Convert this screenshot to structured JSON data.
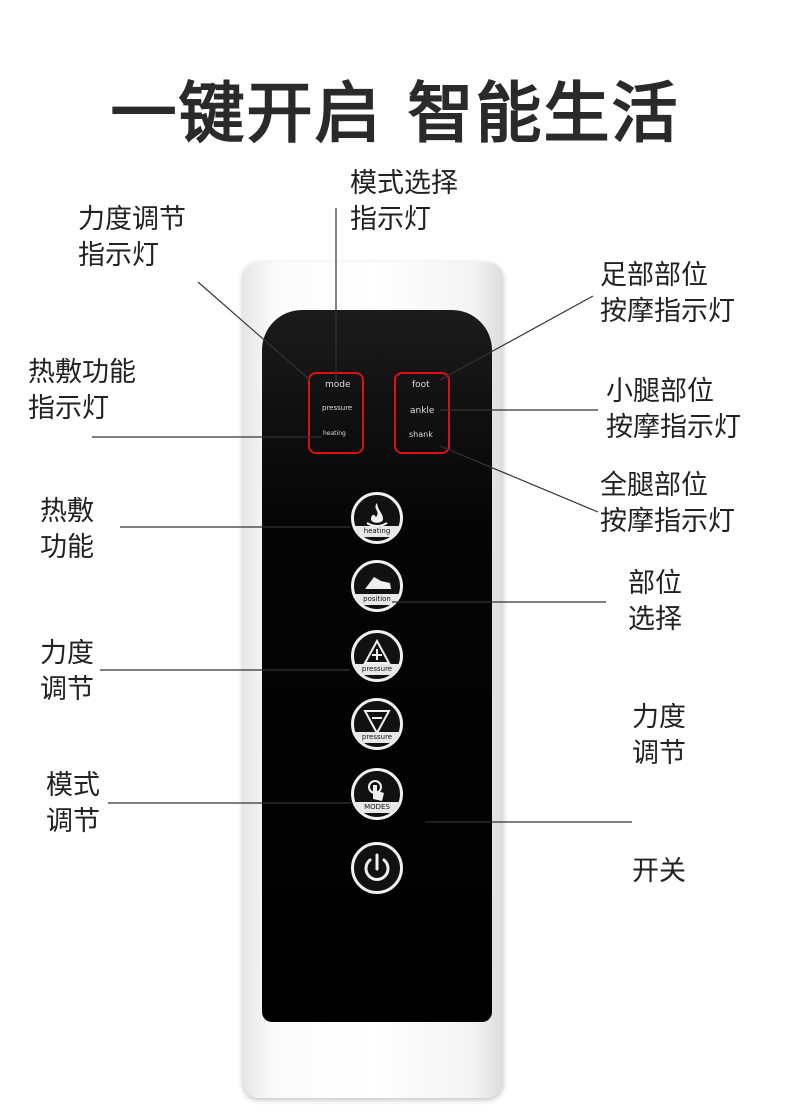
{
  "title": "一键开启 智能生活",
  "labels": {
    "strength_indicator": [
      "力度调节",
      "指示灯"
    ],
    "mode_select_indicator": [
      "模式选择",
      "指示灯"
    ],
    "foot_indicator": [
      "足部部位",
      "按摩指示灯"
    ],
    "heating_indicator": [
      "热敷功能",
      "指示灯"
    ],
    "calf_indicator": [
      "小腿部位",
      "按摩指示灯"
    ],
    "fullleg_indicator": [
      "全腿部位",
      "按摩指示灯"
    ],
    "heating_func": [
      "热敷",
      "功能"
    ],
    "position_select": [
      "部位",
      "选择"
    ],
    "strength_up": [
      "力度",
      "调节"
    ],
    "strength_down": [
      "力度",
      "调节"
    ],
    "mode_adjust": [
      "模式",
      "调节"
    ],
    "power": [
      "开关"
    ]
  },
  "device": {
    "left_indicators": [
      "mode",
      "pressure",
      "heating"
    ],
    "right_indicators": [
      "foot",
      "ankle",
      "shank"
    ],
    "buttons": {
      "heating": "heating",
      "position": "position",
      "pressure_up": "pressure",
      "pressure_down": "pressure",
      "modes": "MODES"
    }
  }
}
